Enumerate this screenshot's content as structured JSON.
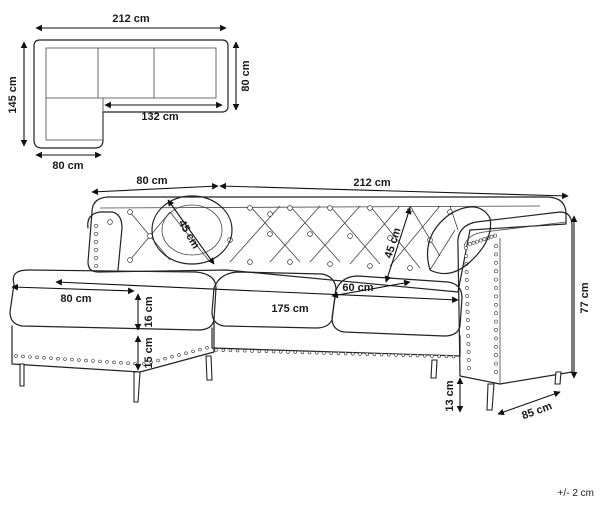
{
  "plan": {
    "width_total": "212 cm",
    "depth_back": "80 cm",
    "depth_total": "145 cm",
    "seat_run": "132 cm",
    "chaise_width": "80 cm"
  },
  "sofa": {
    "chaise_width_top": "80 cm",
    "width_total": "212 cm",
    "pillow_diameter": "45 cm",
    "backrest_height": "45 cm",
    "chaise_width": "80 cm",
    "seat_depth": "60 cm",
    "seat_width": "175 cm",
    "cushion_height": "16 cm",
    "base_height": "15 cm",
    "height_total": "77 cm",
    "leg_height": "13 cm",
    "depth_total": "85 cm"
  },
  "tolerance": "+/- 2 cm"
}
